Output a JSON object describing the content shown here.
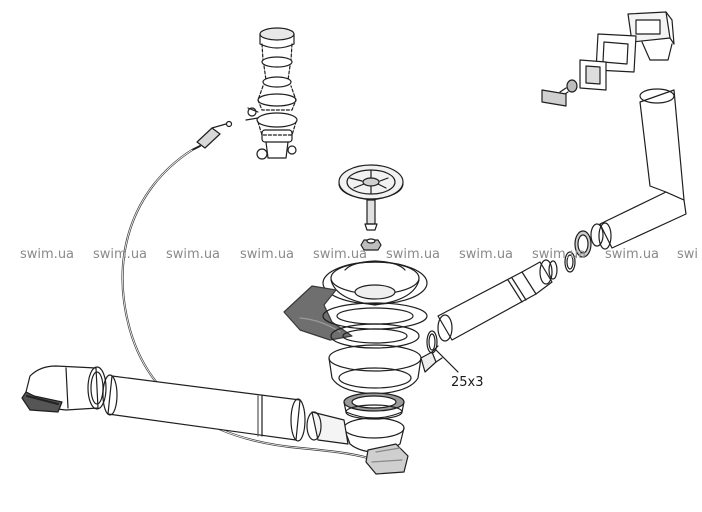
{
  "watermark": {
    "text": "swim.ua",
    "partial": "swi"
  },
  "callout": {
    "label": "25x3"
  },
  "colors": {
    "line": "#1f1f1f",
    "gasket": "#6f6f6f",
    "watermark": "#8a8a8a",
    "background": "#ffffff"
  }
}
